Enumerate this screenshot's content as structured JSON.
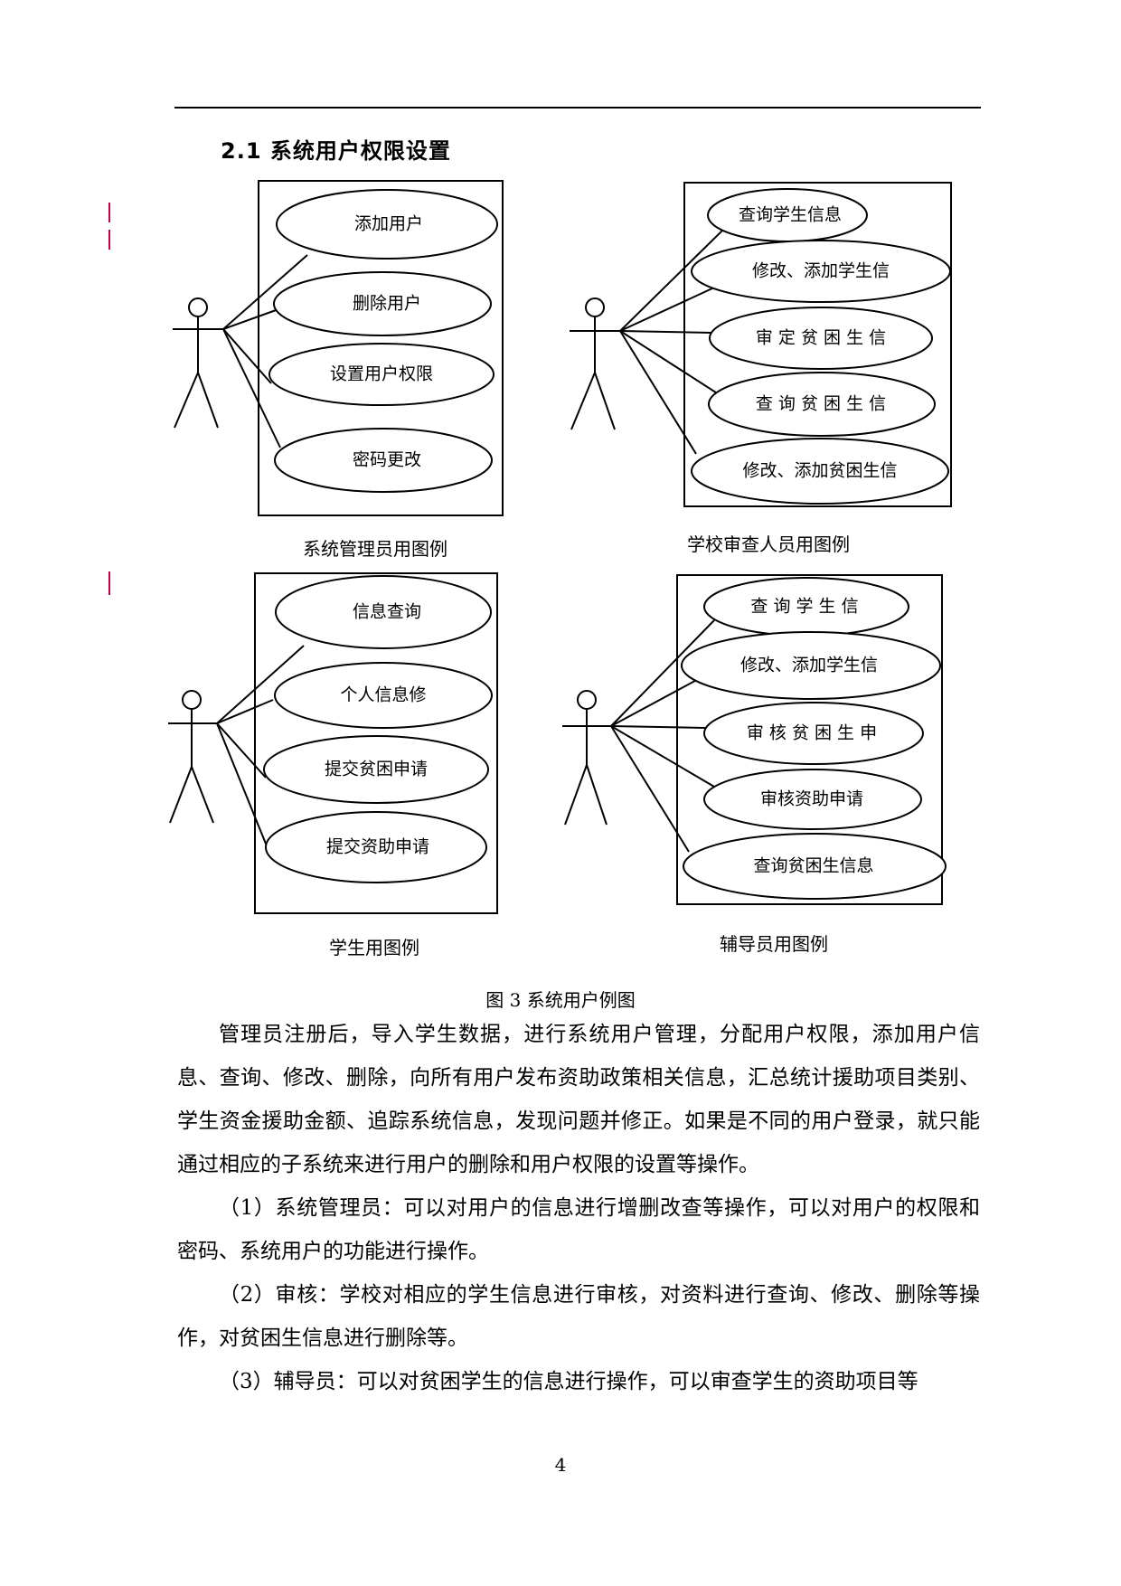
{
  "section_title": "2.1 系统用户权限设置",
  "diagrams": {
    "admin": {
      "caption": "系统管理员用图例",
      "use_cases": [
        "添加用户",
        "删除用户",
        "设置用户权限",
        "密码更改"
      ]
    },
    "school_reviewer": {
      "caption": "学校审查人员用图例",
      "use_cases": [
        "查询学生信息",
        "修改、添加学生信",
        "审 定 贫 困 生 信",
        "查 询 贫 困 生 信",
        "修改、添加贫困生信"
      ]
    },
    "student": {
      "caption": "学生用图例",
      "use_cases": [
        "信息查询",
        "个人信息修",
        "提交贫困申请",
        "提交资助申请"
      ]
    },
    "counselor": {
      "caption": "辅导员用图例",
      "use_cases": [
        "查 询 学 生 信",
        "修改、添加学生信",
        "审 核 贫 困 生 申",
        "审核资助申请",
        "查询贫困生信息"
      ]
    }
  },
  "figure_caption": "图 3 系统用户例图",
  "paragraphs": [
    "管理员注册后，导入学生数据，进行系统用户管理，分配用户权限，添加用户信息、查询、修改、删除，向所有用户发布资助政策相关信息，汇总统计援助项目类别、学生资金援助金额、追踪系统信息，发现问题并修正。如果是不同的用户登录，就只能通过相应的子系统来进行用户的删除和用户权限的设置等操作。",
    "（1）系统管理员：可以对用户的信息进行增删改查等操作，可以对用户的权限和密码、系统用户的功能进行操作。",
    "（2）审核：学校对相应的学生信息进行审核，对资料进行查询、修改、删除等操作，对贫困生信息进行删除等。",
    "（3）辅导员：可以对贫困学生的信息进行操作，可以审查学生的资助项目等"
  ],
  "page_number": "4"
}
